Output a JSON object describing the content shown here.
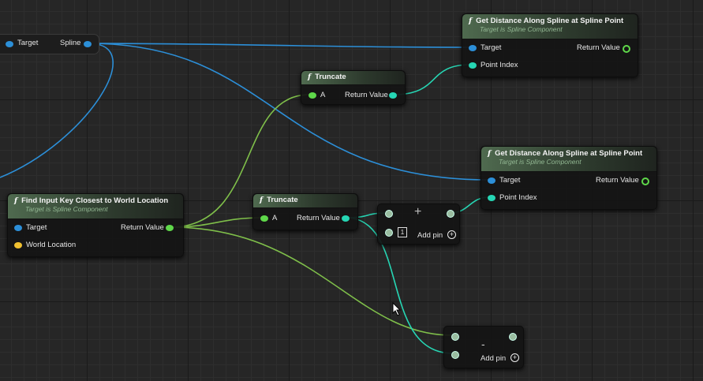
{
  "var_node": {
    "target_label": "Target",
    "spline_label": "Spline"
  },
  "gd1": {
    "title": "Get Distance Along Spline at Spline Point",
    "subtitle": "Target is Spline Component",
    "target": "Target",
    "return_value": "Return Value",
    "point_index": "Point Index"
  },
  "gd2": {
    "title": "Get Distance Along Spline at Spline Point",
    "subtitle": "Target is Spline Component",
    "target": "Target",
    "return_value": "Return Value",
    "point_index": "Point Index"
  },
  "trunc1": {
    "title": "Truncate",
    "a": "A",
    "return_value": "Return Value"
  },
  "trunc2": {
    "title": "Truncate",
    "a": "A",
    "return_value": "Return Value"
  },
  "find": {
    "title": "Find Input Key Closest to World Location",
    "subtitle": "Target is Spline Component",
    "target": "Target",
    "world_location": "World Location",
    "return_value": "Return Value"
  },
  "add_node": {
    "symbol": "+",
    "value": "1",
    "add_pin": "Add pin"
  },
  "sub_node": {
    "symbol": "-",
    "add_pin": "Add pin"
  },
  "icons": [
    "function-icon",
    "add-pin-icon",
    "mouse-cursor-icon"
  ],
  "colors": {
    "object_pin": "#2c8fd8",
    "int_pin": "#26d6b4",
    "float_pin": "#5fd84a",
    "vector_pin": "#f0c030",
    "header_green": "#4f6a4f"
  }
}
